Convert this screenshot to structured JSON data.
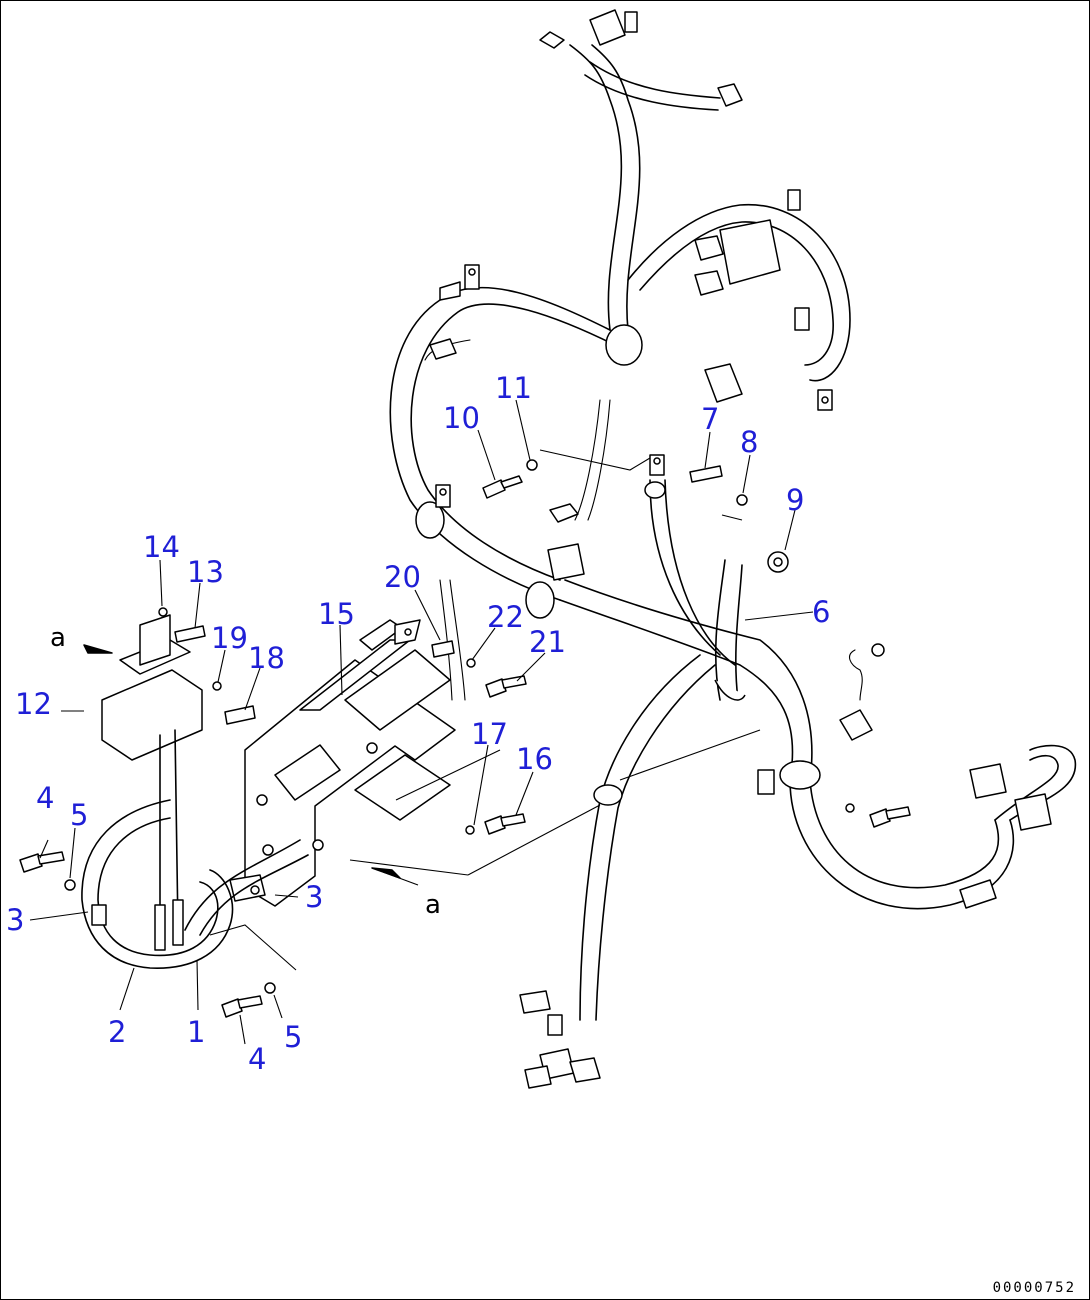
{
  "drawing_code": "00000752",
  "view_marker": "a",
  "callouts": [
    {
      "id": "c1",
      "label": "1"
    },
    {
      "id": "c2",
      "label": "2"
    },
    {
      "id": "c3a",
      "label": "3"
    },
    {
      "id": "c3b",
      "label": "3"
    },
    {
      "id": "c4a",
      "label": "4"
    },
    {
      "id": "c4b",
      "label": "4"
    },
    {
      "id": "c5a",
      "label": "5"
    },
    {
      "id": "c5b",
      "label": "5"
    },
    {
      "id": "c6",
      "label": "6"
    },
    {
      "id": "c7",
      "label": "7"
    },
    {
      "id": "c8",
      "label": "8"
    },
    {
      "id": "c9",
      "label": "9"
    },
    {
      "id": "c10",
      "label": "10"
    },
    {
      "id": "c11",
      "label": "11"
    },
    {
      "id": "c12",
      "label": "12"
    },
    {
      "id": "c13",
      "label": "13"
    },
    {
      "id": "c14",
      "label": "14"
    },
    {
      "id": "c15",
      "label": "15"
    },
    {
      "id": "c16",
      "label": "16"
    },
    {
      "id": "c17",
      "label": "17"
    },
    {
      "id": "c18",
      "label": "18"
    },
    {
      "id": "c19",
      "label": "19"
    },
    {
      "id": "c20",
      "label": "20"
    },
    {
      "id": "c21",
      "label": "21"
    },
    {
      "id": "c22",
      "label": "22"
    }
  ],
  "colors": {
    "callout": "#1f1fd6",
    "line": "#000000",
    "background": "#ffffff"
  }
}
